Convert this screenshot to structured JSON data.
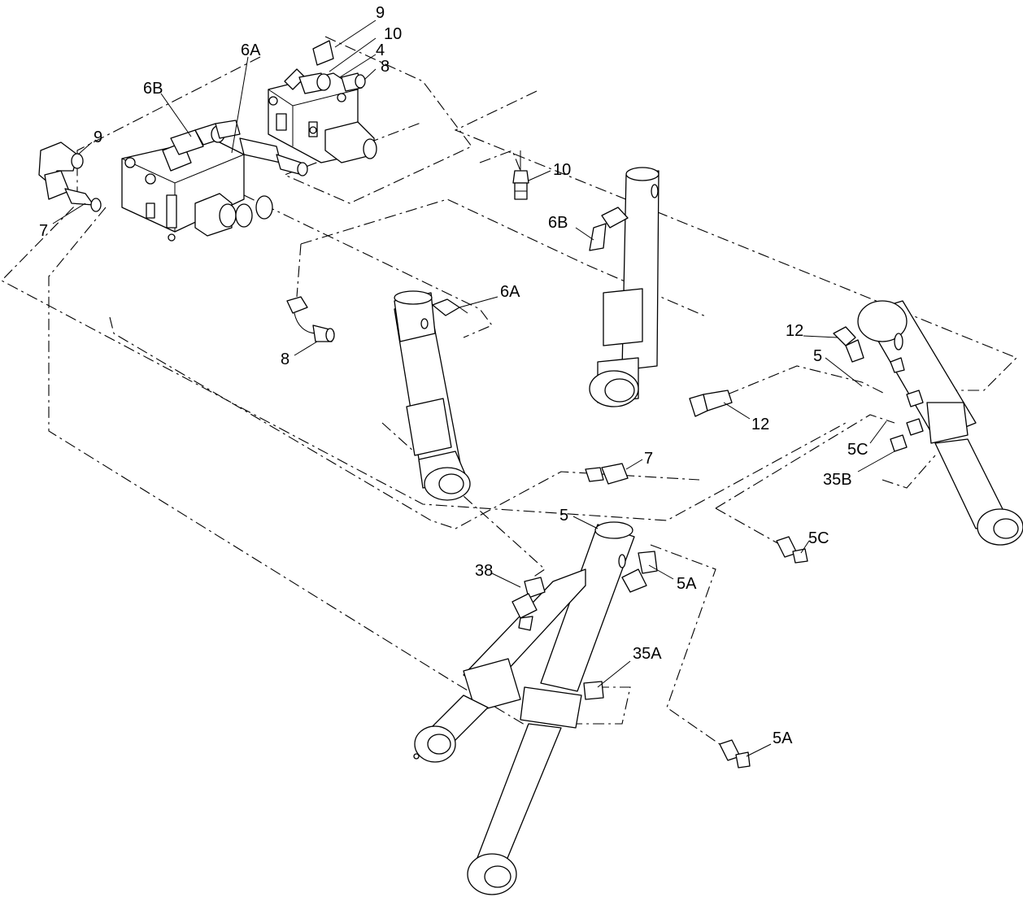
{
  "diagram": {
    "callouts": [
      {
        "id": "c-9-top",
        "text": "9"
      },
      {
        "id": "c-10-top",
        "text": "10"
      },
      {
        "id": "c-4",
        "text": "4"
      },
      {
        "id": "c-8-top",
        "text": "8"
      },
      {
        "id": "c-6a-top",
        "text": "6A"
      },
      {
        "id": "c-6b-top",
        "text": "6B"
      },
      {
        "id": "c-9-left",
        "text": "9"
      },
      {
        "id": "c-7-left",
        "text": "7"
      },
      {
        "id": "c-10-mid",
        "text": "10"
      },
      {
        "id": "c-6b-mid",
        "text": "6B"
      },
      {
        "id": "c-6a-mid",
        "text": "6A"
      },
      {
        "id": "c-8-mid",
        "text": "8"
      },
      {
        "id": "c-12-top",
        "text": "12"
      },
      {
        "id": "c-5-right",
        "text": "5"
      },
      {
        "id": "c-12-low",
        "text": "12"
      },
      {
        "id": "c-5c-up",
        "text": "5C"
      },
      {
        "id": "c-35b",
        "text": "35B"
      },
      {
        "id": "c-7-mid",
        "text": "7"
      },
      {
        "id": "c-5-low",
        "text": "5"
      },
      {
        "id": "c-38",
        "text": "38"
      },
      {
        "id": "c-5a-up",
        "text": "5A"
      },
      {
        "id": "c-5c-low",
        "text": "5C"
      },
      {
        "id": "c-35a",
        "text": "35A"
      },
      {
        "id": "c-5a-low",
        "text": "5A"
      }
    ]
  }
}
